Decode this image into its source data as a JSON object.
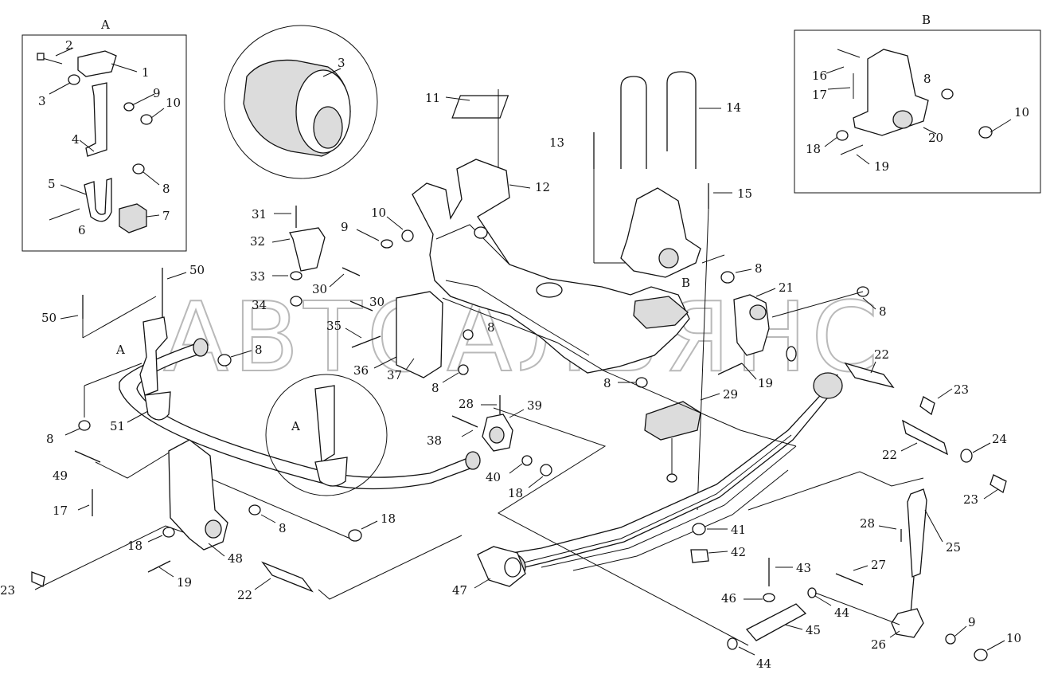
{
  "detail_a": {
    "label": "A"
  },
  "detail_b": {
    "label": "B"
  },
  "inline_a1": "A",
  "inline_a2": "A",
  "inline_b": "B",
  "watermark": "АВТОАЛЬЯНС",
  "callouts": {
    "c1": "1",
    "c2": "2",
    "c3": "3",
    "c4": "4",
    "c5": "5",
    "c6": "6",
    "c7": "7",
    "c8": "8",
    "c9": "9",
    "c10": "10",
    "c3b": "3",
    "c11": "11",
    "c12": "12",
    "c13": "13",
    "c14": "14",
    "c15": "15",
    "c16": "16",
    "c17b": "17",
    "c8b": "8",
    "c10b": "10",
    "c18b": "18",
    "c19b": "19",
    "c20": "20",
    "c31": "31",
    "c32": "32",
    "c33": "33",
    "c34": "34",
    "c35": "35",
    "c36": "36",
    "c37": "37",
    "c30a": "30",
    "c30b": "30",
    "c9c": "9",
    "c10c": "10",
    "c8c": "8",
    "c8d": "8",
    "c50a": "50",
    "c50b": "50",
    "c51": "51",
    "c8e": "8",
    "c8f": "8",
    "c21": "21",
    "c8g": "8",
    "c8h": "8",
    "c19c": "19",
    "c22a": "22",
    "c23a": "23",
    "c22b": "22",
    "c24": "24",
    "c23b": "23",
    "c29": "29",
    "c8i": "8",
    "c28a": "28",
    "c39": "39",
    "c38": "38",
    "c40": "40",
    "c18c": "18",
    "c49": "49",
    "c17": "17",
    "c18d": "18",
    "c19": "19",
    "c48": "48",
    "c8j": "8",
    "c18e": "18",
    "c23c": "23",
    "c22c": "22",
    "c41": "41",
    "c42": "42",
    "c47": "47",
    "c43": "43",
    "c46": "46",
    "c44a": "44",
    "c45": "45",
    "c44b": "44",
    "c27": "27",
    "c28b": "28",
    "c25": "25",
    "c26": "26",
    "c9d": "9",
    "c10d": "10"
  }
}
